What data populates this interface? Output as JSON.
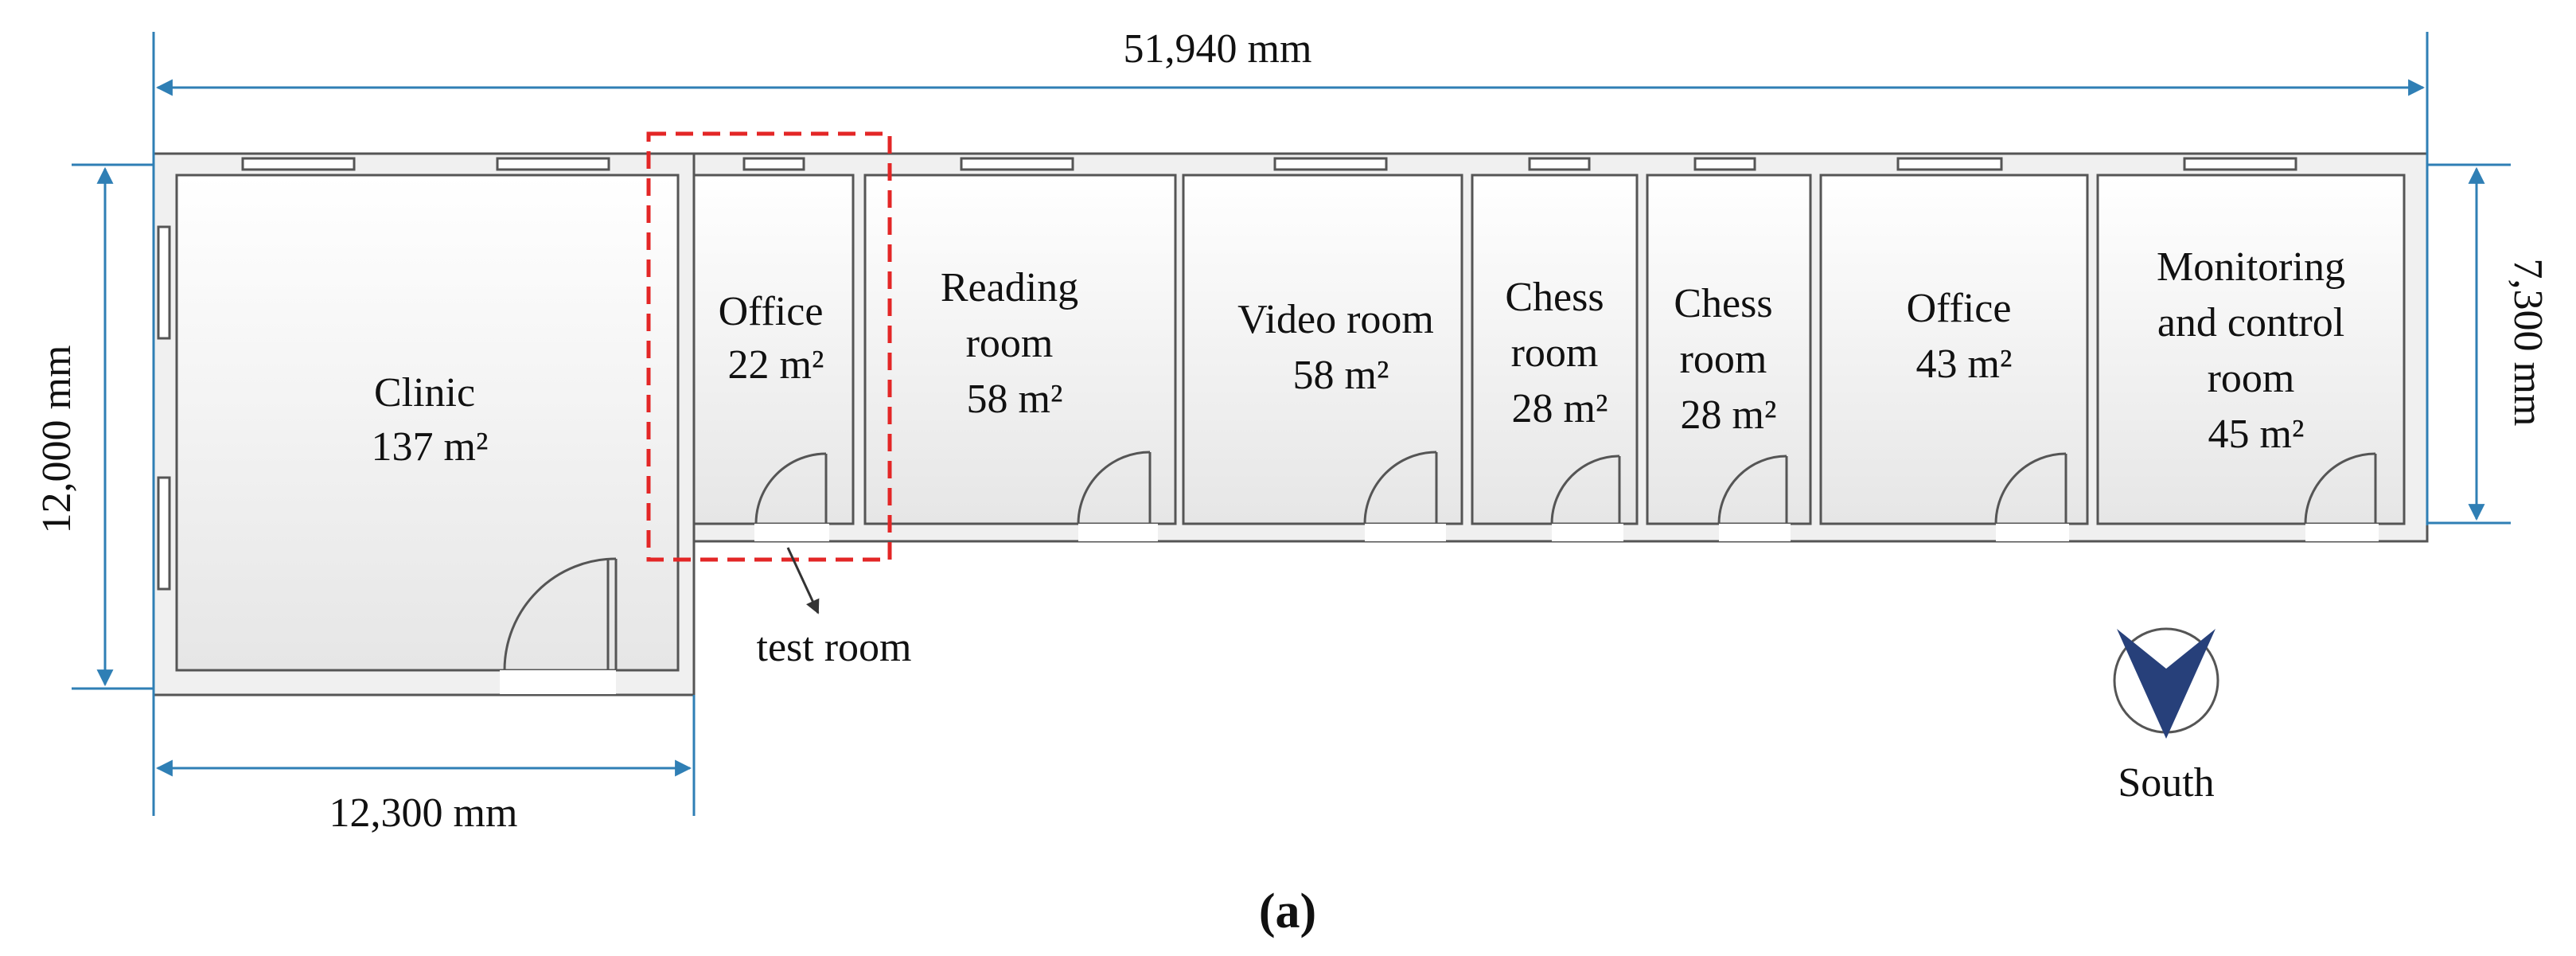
{
  "dimensions": {
    "total_length": "51,940 mm",
    "left_height": "12,000 mm",
    "clinic_width": "12,300 mm",
    "right_height": "7,300 mm"
  },
  "rooms": [
    {
      "id": "clinic",
      "lines": [
        "Clinic",
        "137 m²"
      ]
    },
    {
      "id": "office-1",
      "lines": [
        "Office",
        "22 m²"
      ]
    },
    {
      "id": "reading-room",
      "lines": [
        "Reading",
        "room",
        "58 m²"
      ]
    },
    {
      "id": "video-room",
      "lines": [
        "Video room",
        "58 m²"
      ]
    },
    {
      "id": "chess-room-1",
      "lines": [
        "Chess",
        "room",
        "28 m²"
      ]
    },
    {
      "id": "chess-room-2",
      "lines": [
        "Chess",
        "room",
        "28 m²"
      ]
    },
    {
      "id": "office-2",
      "lines": [
        "Office",
        "43 m²"
      ]
    },
    {
      "id": "monitoring-room",
      "lines": [
        "Monitoring",
        "and control",
        "room",
        "45 m²"
      ]
    }
  ],
  "annotations": {
    "test_room": "test room",
    "compass": "South",
    "caption": "(a)"
  },
  "colors": {
    "wall": "#555555",
    "dimension": "#2f7fb5",
    "highlight": "#e32626",
    "compass": "#27407a"
  }
}
